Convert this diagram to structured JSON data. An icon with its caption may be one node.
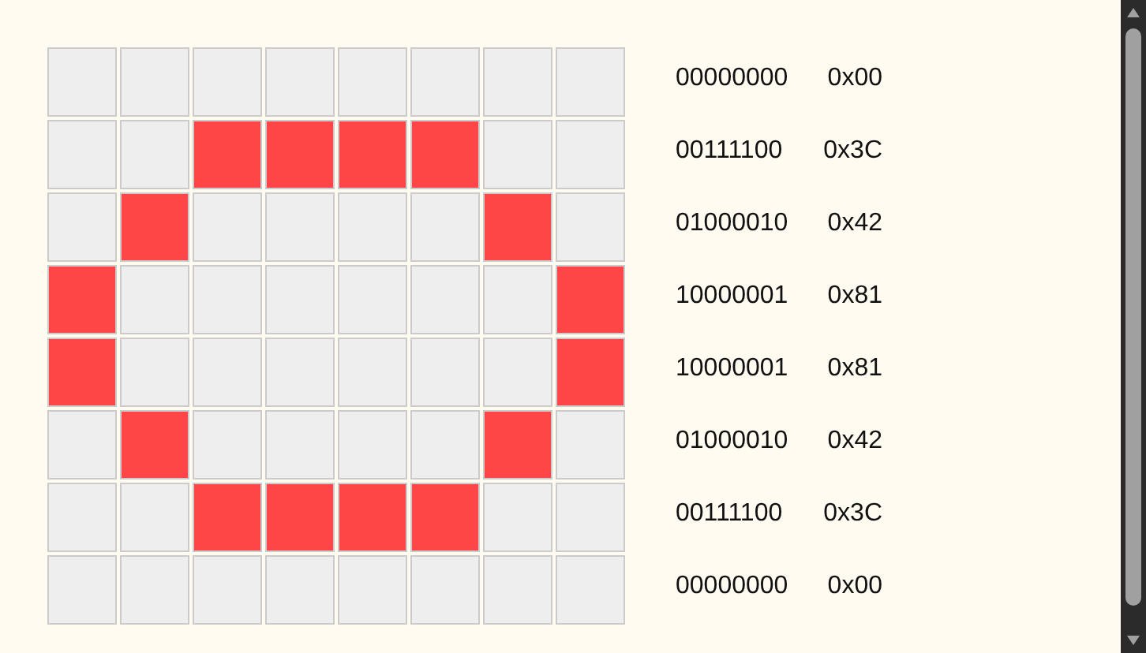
{
  "diagram": {
    "labels": [
      "00000000",
      "0x00",
      "00111100",
      "0x3C",
      "01000010",
      "0x42",
      "10000001",
      "0x81",
      "10000001",
      "0x81",
      "01000010",
      "0x42",
      "00111100",
      "0x3C",
      "00000000",
      "0x00"
    ]
  }
}
